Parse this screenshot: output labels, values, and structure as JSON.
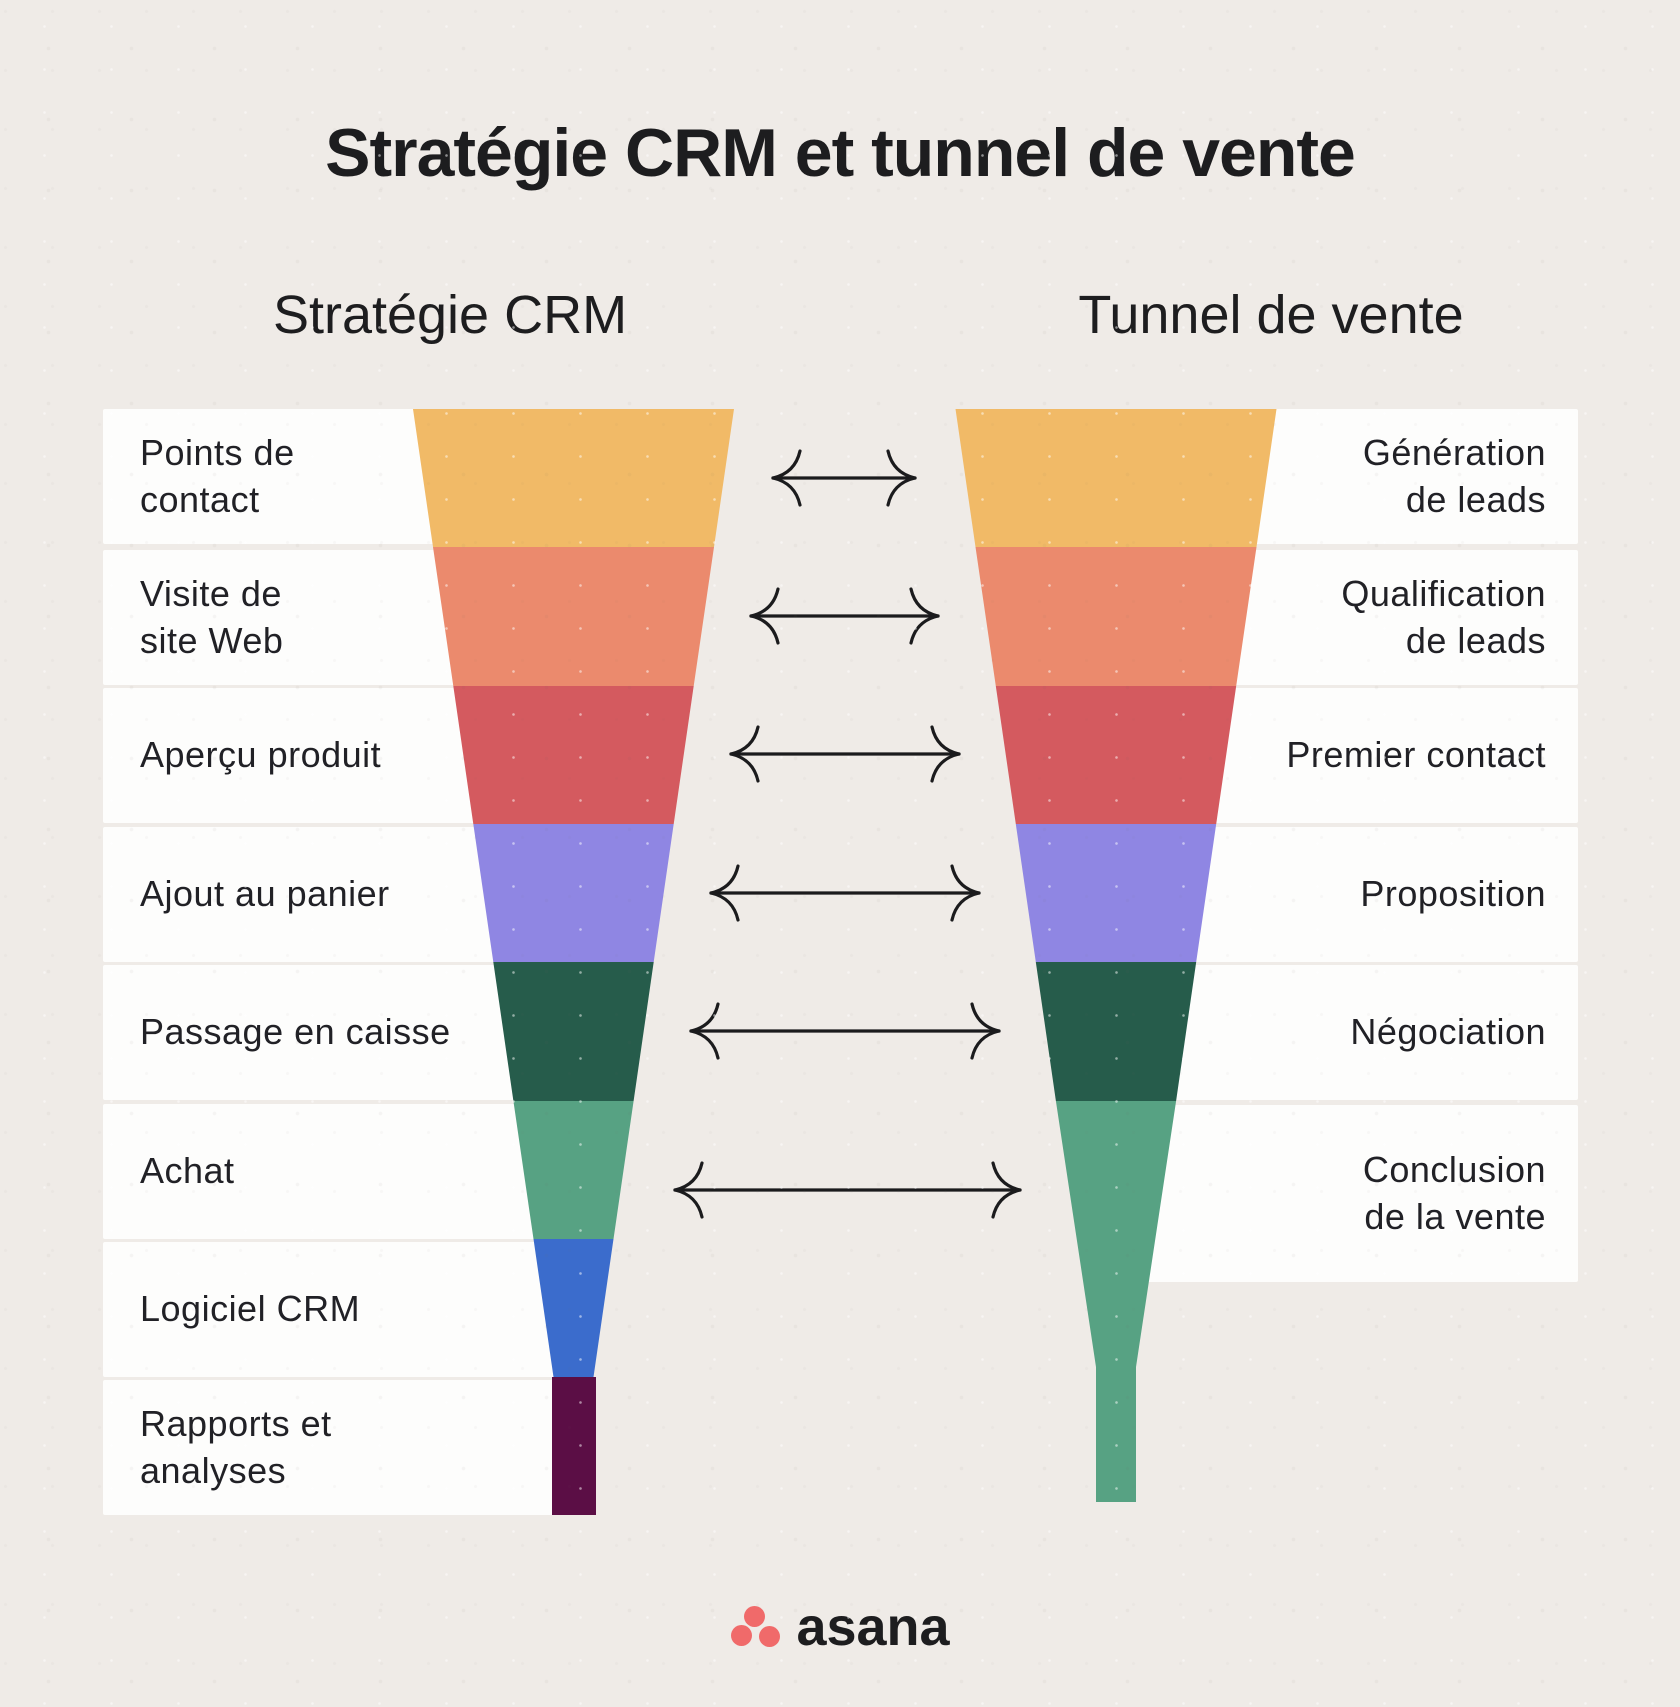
{
  "title": "Stratégie CRM et tunnel de vente",
  "funnels": {
    "left": {
      "header": "Stratégie CRM",
      "stages": [
        {
          "label": "Points de\ncontact",
          "color": "#F1BA67"
        },
        {
          "label": "Visite de\nsite Web",
          "color": "#EB8A6D"
        },
        {
          "label": "Aperçu produit",
          "color": "#D45A5F"
        },
        {
          "label": "Ajout au panier",
          "color": "#8F86E3"
        },
        {
          "label": "Passage en caisse",
          "color": "#265C4B"
        },
        {
          "label": "Achat",
          "color": "#57A283"
        },
        {
          "label": "Logiciel CRM",
          "color": "#3B6CCC"
        },
        {
          "label": "Rapports et\nanalyses",
          "color": "#5B0E45"
        }
      ]
    },
    "right": {
      "header": "Tunnel de vente",
      "stages": [
        {
          "label": "Génération\nde leads",
          "color": "#F1BA67"
        },
        {
          "label": "Qualification\nde leads",
          "color": "#EB8A6D"
        },
        {
          "label": "Premier contact",
          "color": "#D45A5F"
        },
        {
          "label": "Proposition",
          "color": "#8F86E3"
        },
        {
          "label": "Négociation",
          "color": "#265C4B"
        },
        {
          "label": "Conclusion\nde la vente",
          "color": "#57A283"
        }
      ]
    }
  },
  "logo": {
    "wordmark": "asana",
    "icon": "asana-three-dots-icon"
  },
  "colors": {
    "background": "#EFEBE7",
    "card": "#FDFDFC",
    "text": "#1D1D1F",
    "arrow": "#1B1B1D",
    "logo_dot": "#F06A6A",
    "logo_text": "#1D1D1F"
  }
}
